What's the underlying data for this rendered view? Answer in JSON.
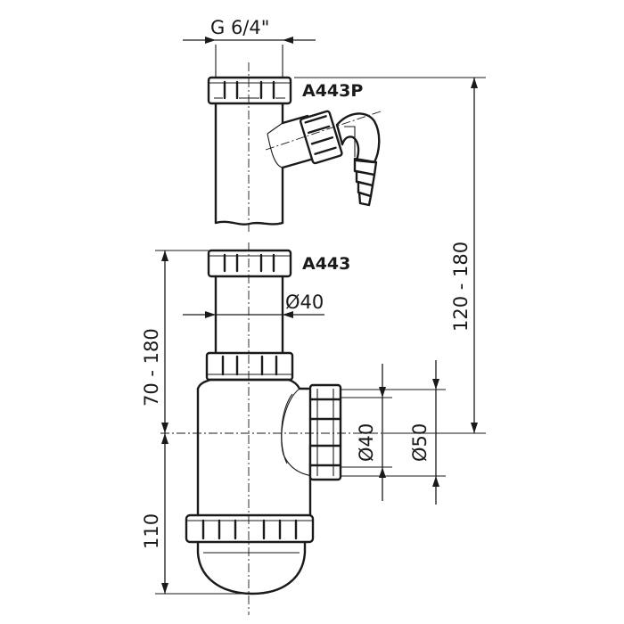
{
  "models": {
    "upper": "A443P",
    "lower": "A443"
  },
  "dimensions": {
    "thread": "G 6/4\"",
    "tube_diameter": "Ø40",
    "total_height": "120 - 180",
    "upper_height": "70 - 180",
    "bottom_height": "110",
    "outlet_inner": "Ø40",
    "outlet_outer": "Ø50"
  }
}
